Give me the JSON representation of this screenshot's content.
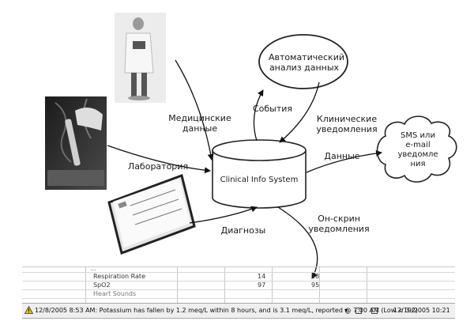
{
  "center_node": "Clinical Info System",
  "auto_analysis": [
    "Автоматический",
    "анализ данных"
  ],
  "sms_cloud": [
    "SMS или",
    "e-mail",
    "уведомле",
    "ния"
  ],
  "labels": {
    "medical_data": [
      "Медицинские",
      "данные"
    ],
    "laboratory": "Лаборатория",
    "diagnoses": "Диагнозы",
    "events": "События",
    "clinical_notifications": [
      "Клинические",
      "уведомления"
    ],
    "data": "Данные",
    "onscreen_notifications": [
      "Он-скрин",
      "уведомления"
    ]
  },
  "table": {
    "top_row": "...",
    "rows": [
      {
        "name": "Respiration Rate",
        "v1": "14",
        "v2": "18"
      },
      {
        "name": "SpO2",
        "v1": "97",
        "v2": "95"
      },
      {
        "name": "Heart Sounds",
        "v1": "",
        "v2": ""
      }
    ]
  },
  "status_bar": {
    "message": "12/8/2005 8:53 AM:  Potassium has fallen by 1.2 meq/L within 8 hours, and is 3.1 meq/L, reported @ 7:00 AM (Low < 3.2)",
    "datetime": "12/19/2005 10:21",
    "warning_icon": "warning-triangle-icon"
  }
}
